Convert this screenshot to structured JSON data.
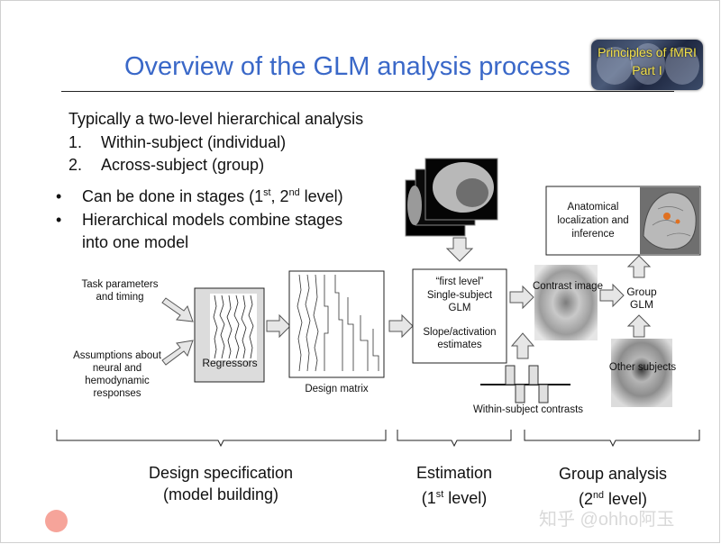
{
  "slide": {
    "title": "Overview of the GLM analysis process",
    "logo": {
      "line1": "Principles of fMRI",
      "line2": "Part I"
    },
    "intro": "Typically a two-level hierarchical analysis",
    "numbered": [
      {
        "n": "1.",
        "text": "Within-subject (individual)"
      },
      {
        "n": "2.",
        "text": "Across-subject (group)"
      }
    ],
    "bullets": {
      "b1_pre": "Can be done in stages (1",
      "b1_sup1": "st",
      "b1_mid": ", 2",
      "b1_sup2": "nd",
      "b1_post": " level)",
      "b2_line1": "Hierarchical models combine stages",
      "b2_line2": "into one model"
    }
  },
  "diagram": {
    "task_params": [
      "Task parameters",
      "and timing"
    ],
    "assumptions": [
      "Assumptions about",
      "neural and",
      "hemodynamic",
      "responses"
    ],
    "regressors": "Regressors",
    "design_matrix": "Design matrix",
    "first_level": {
      "quote": "“first level”",
      "line2": "Single-subject",
      "line3": "GLM",
      "line4": "Slope/activation",
      "line5": "estimates"
    },
    "contrast_image": "Contrast image",
    "within_subject_contrasts": "Within-subject contrasts",
    "group_glm": [
      "Group",
      "GLM"
    ],
    "other_subjects": "Other subjects",
    "anatomical": [
      "Anatomical",
      "localization and",
      "inference"
    ]
  },
  "sections": {
    "design": [
      "Design specification",
      "(model building)"
    ],
    "estimation_line1": "Estimation",
    "estimation_pre": "(1",
    "estimation_sup": "st",
    "estimation_post": " level)",
    "group_line1": "Group analysis",
    "group_pre": "(2",
    "group_sup": "nd",
    "group_post": " level)"
  },
  "watermark": "知乎 @ohho阿玉",
  "colors": {
    "title": "#3a68c8",
    "logo_text": "#f4e24a",
    "arrow_fill": "#e6e6e6",
    "dot": "#f6a49a"
  }
}
